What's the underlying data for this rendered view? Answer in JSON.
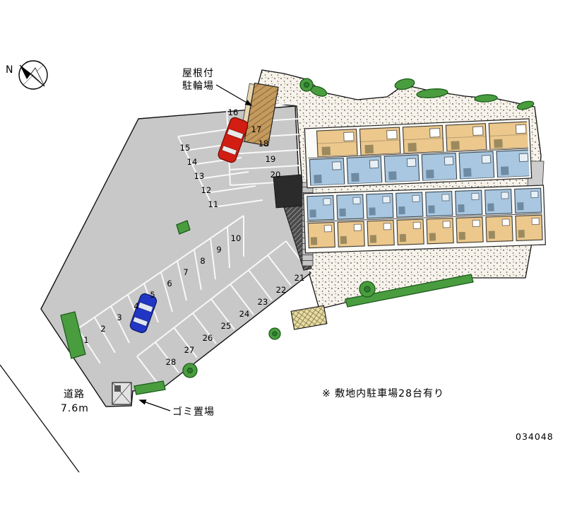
{
  "compass": {
    "north_label": "N"
  },
  "labels": {
    "bicycle_line1": "屋根付",
    "bicycle_line2": "駐輪場",
    "garbage_area": "ゴミ置場",
    "road_name": "道路",
    "road_width": "7.6m",
    "site_note": "※ 敷地内駐車場28台有り",
    "drawing_number": "034048"
  },
  "parking": {
    "space_numbers": [
      "1",
      "2",
      "3",
      "4",
      "5",
      "6",
      "7",
      "8",
      "9",
      "10",
      "11",
      "12",
      "13",
      "14",
      "15",
      "16",
      "17",
      "18",
      "19",
      "20",
      "21",
      "22",
      "23",
      "24",
      "25",
      "26",
      "27",
      "28"
    ]
  },
  "colors": {
    "parking_lot": "#c8c8c8",
    "ground": "#f7f3ea",
    "unit_tan": "#ecc88d",
    "unit_blue": "#a9c7e0",
    "green": "#4a9d3f",
    "car_red": "#d21e12",
    "car_blue": "#2136c4",
    "shed_brown": "#c49a5e"
  }
}
